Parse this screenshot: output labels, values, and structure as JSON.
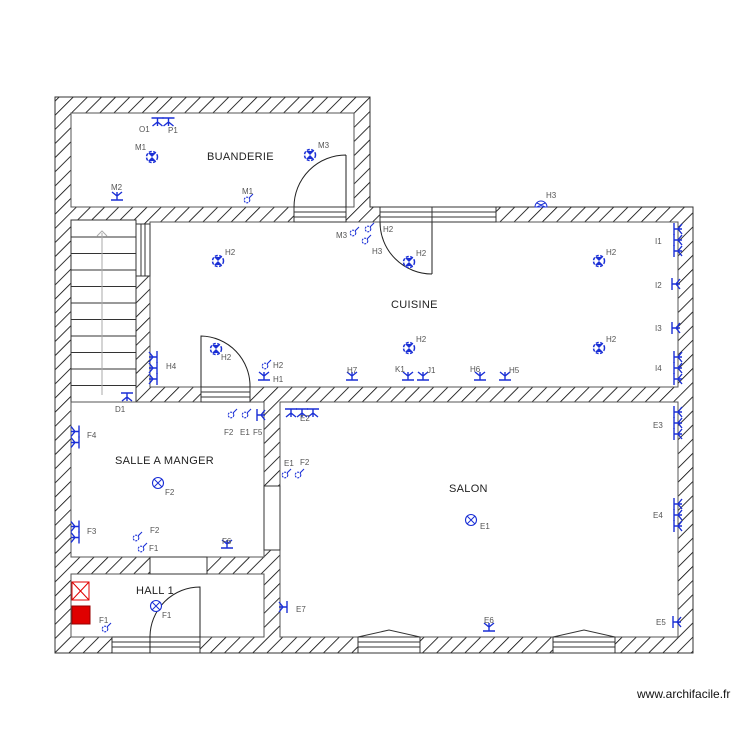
{
  "rooms": {
    "buanderie": "BUANDERIE",
    "cuisine": "CUISINE",
    "salle_a_manger": "SALLE A MANGER",
    "hall": "HALL 1",
    "salon": "SALON"
  },
  "symbol_labels": [
    "O1",
    "P1",
    "M1",
    "M3",
    "M2",
    "M1",
    "H3",
    "M3",
    "H2",
    "H3",
    "H2",
    "H2",
    "H2",
    "H2",
    "H2",
    "H2",
    "H4",
    "H2",
    "H1",
    "H7",
    "K1",
    "J1",
    "H6",
    "H5",
    "I1",
    "I2",
    "I3",
    "I4",
    "D1",
    "F2",
    "E1",
    "F5",
    "F4",
    "F2",
    "F3",
    "F2",
    "F1",
    "F6",
    "F1",
    "F1",
    "E2",
    "E1",
    "F2",
    "E1",
    "E3",
    "E4",
    "E5",
    "E6",
    "E7"
  ],
  "symbol_types": [
    "outlet-double-icon",
    "light-icon",
    "light-icon",
    "outlet-icon",
    "switch-icon",
    "ceiling-half-light-icon",
    "switch-icon",
    "switch-icon",
    "switch-icon",
    "light-icon",
    "light-icon",
    "light-icon",
    "light-icon",
    "light-icon",
    "light-icon",
    "outlet-triple-icon",
    "switch-icon",
    "outlet-icon",
    "outlet-icon",
    "outlet-icon",
    "outlet-icon",
    "outlet-icon",
    "outlet-icon",
    "outlet-triple-icon",
    "outlet-icon",
    "outlet-icon",
    "outlet-triple-icon",
    "outlet-icon",
    "switch-icon",
    "switch-icon",
    "outlet-icon",
    "outlet-double-icon",
    "light-cross-icon",
    "outlet-double-icon",
    "switch-icon",
    "switch-icon",
    "outlet-icon",
    "light-cross-icon",
    "switch-icon",
    "outlet-triple-icon",
    "switch-icon",
    "switch-icon",
    "light-cross-icon",
    "outlet-triple-icon",
    "outlet-triple-icon",
    "outlet-icon",
    "outlet-icon",
    "outlet-icon"
  ],
  "colors": {
    "symbol": "#1a2fd6",
    "wall": "#000000",
    "panel": "#e00000",
    "label": "#555555"
  },
  "footer": "www.archifacile.fr"
}
